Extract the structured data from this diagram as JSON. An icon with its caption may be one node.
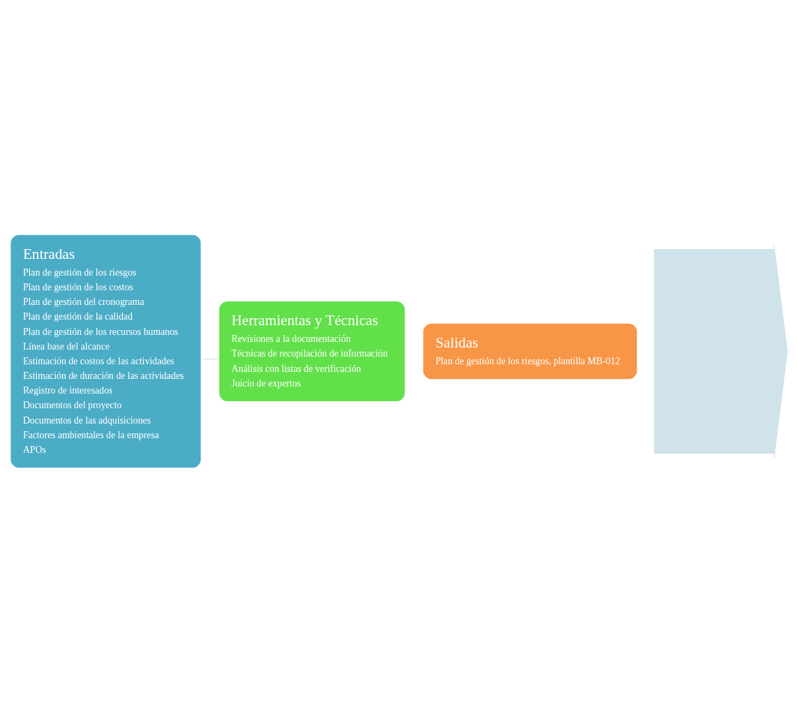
{
  "diagram": {
    "nodes": [
      {
        "text": [],
        "shape": "arrow"
      },
      {
        "text": [
          "Entradas",
          "Plan de gestión de los riesgos",
          "Plan de gestión de los costos",
          "Plan de gestión del cronograma",
          "Plan de gestión de la calidad",
          "Plan de gestión de los recursos humanos",
          "Línea base del alcance",
          "Estimación de costos de las actividades",
          "Estimación de duración de las actividades",
          "Registro de interesados",
          "Documentos del proyecto",
          "Documentos de las adquisiciones",
          "Factores ambientales de la empresa",
          "APOs"
        ]
      },
      {
        "text": [
          "Herramientas y Técnicas",
          "Revisiones a la documentación",
          "Técnicas de recopilación de información",
          "Análisis con listas de verificación",
          "Juicio de expertos"
        ]
      },
      {
        "text": [
          "Salidas",
          "Plan de gestión de los riesgos, plantilla MB-012"
        ]
      }
    ],
    "edges": [
      {
        "from": 1,
        "to": 2,
        "arrow": "none",
        "color": "#cfe2ea"
      }
    ]
  }
}
